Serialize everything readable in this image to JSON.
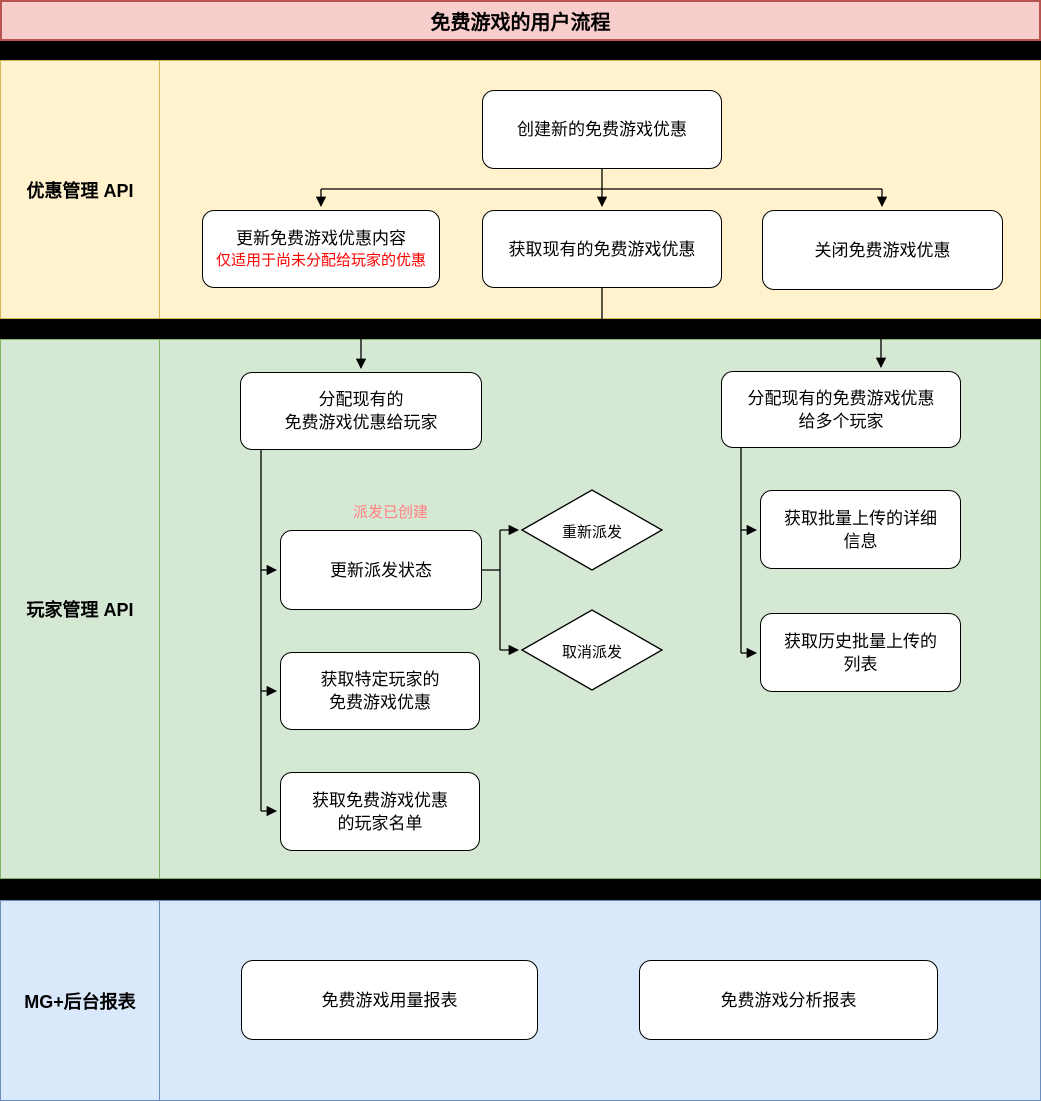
{
  "title": "免费游戏的用户流程",
  "sections": {
    "offer_api": {
      "label": "优惠管理 API"
    },
    "player_api": {
      "label": "玩家管理 API"
    },
    "report": {
      "label": "MG+后台报表"
    }
  },
  "nodes": {
    "create_offer": {
      "label": "创建新的免费游戏优惠"
    },
    "update_offer": {
      "label": "更新免费游戏优惠内容",
      "note": "仅适用于尚未分配给玩家的优惠"
    },
    "get_offer": {
      "label": "获取现有的免费游戏优惠"
    },
    "close_offer": {
      "label": "关闭免费游戏优惠"
    },
    "assign_single": {
      "label": "分配现有的\n免费游戏优惠给玩家"
    },
    "update_grant": {
      "label": "更新派发状态"
    },
    "redispatch": {
      "label": "重新派发"
    },
    "cancel_dispatch": {
      "label": "取消派发"
    },
    "get_player_offers": {
      "label": "获取特定玩家的\n免费游戏优惠"
    },
    "get_offer_players": {
      "label": "获取免费游戏优惠\n的玩家名单"
    },
    "assign_multi": {
      "label": "分配现有的免费游戏优惠\n给多个玩家"
    },
    "get_batch_detail": {
      "label": "获取批量上传的详细\n信息"
    },
    "get_batch_history": {
      "label": "获取历史批量上传的\n列表"
    },
    "usage_report": {
      "label": "免费游戏用量报表"
    },
    "analysis_report": {
      "label": "免费游戏分析报表"
    }
  },
  "edge_labels": {
    "grant_created": "派发已创建"
  },
  "colors": {
    "title_bg": "#F8CECC",
    "title_border": "#B85450",
    "offer_bg": "#FFF2CC",
    "offer_border": "#D6B656",
    "player_bg": "#D5E8D4",
    "player_border": "#82B366",
    "report_bg": "#DAE8FC",
    "report_border": "#6C8EBF",
    "separator_band": "#000000",
    "node_bg": "#FFFFFF",
    "node_border": "#000000",
    "note_red": "#FF0000",
    "edge_label_red": "#FF8080"
  }
}
